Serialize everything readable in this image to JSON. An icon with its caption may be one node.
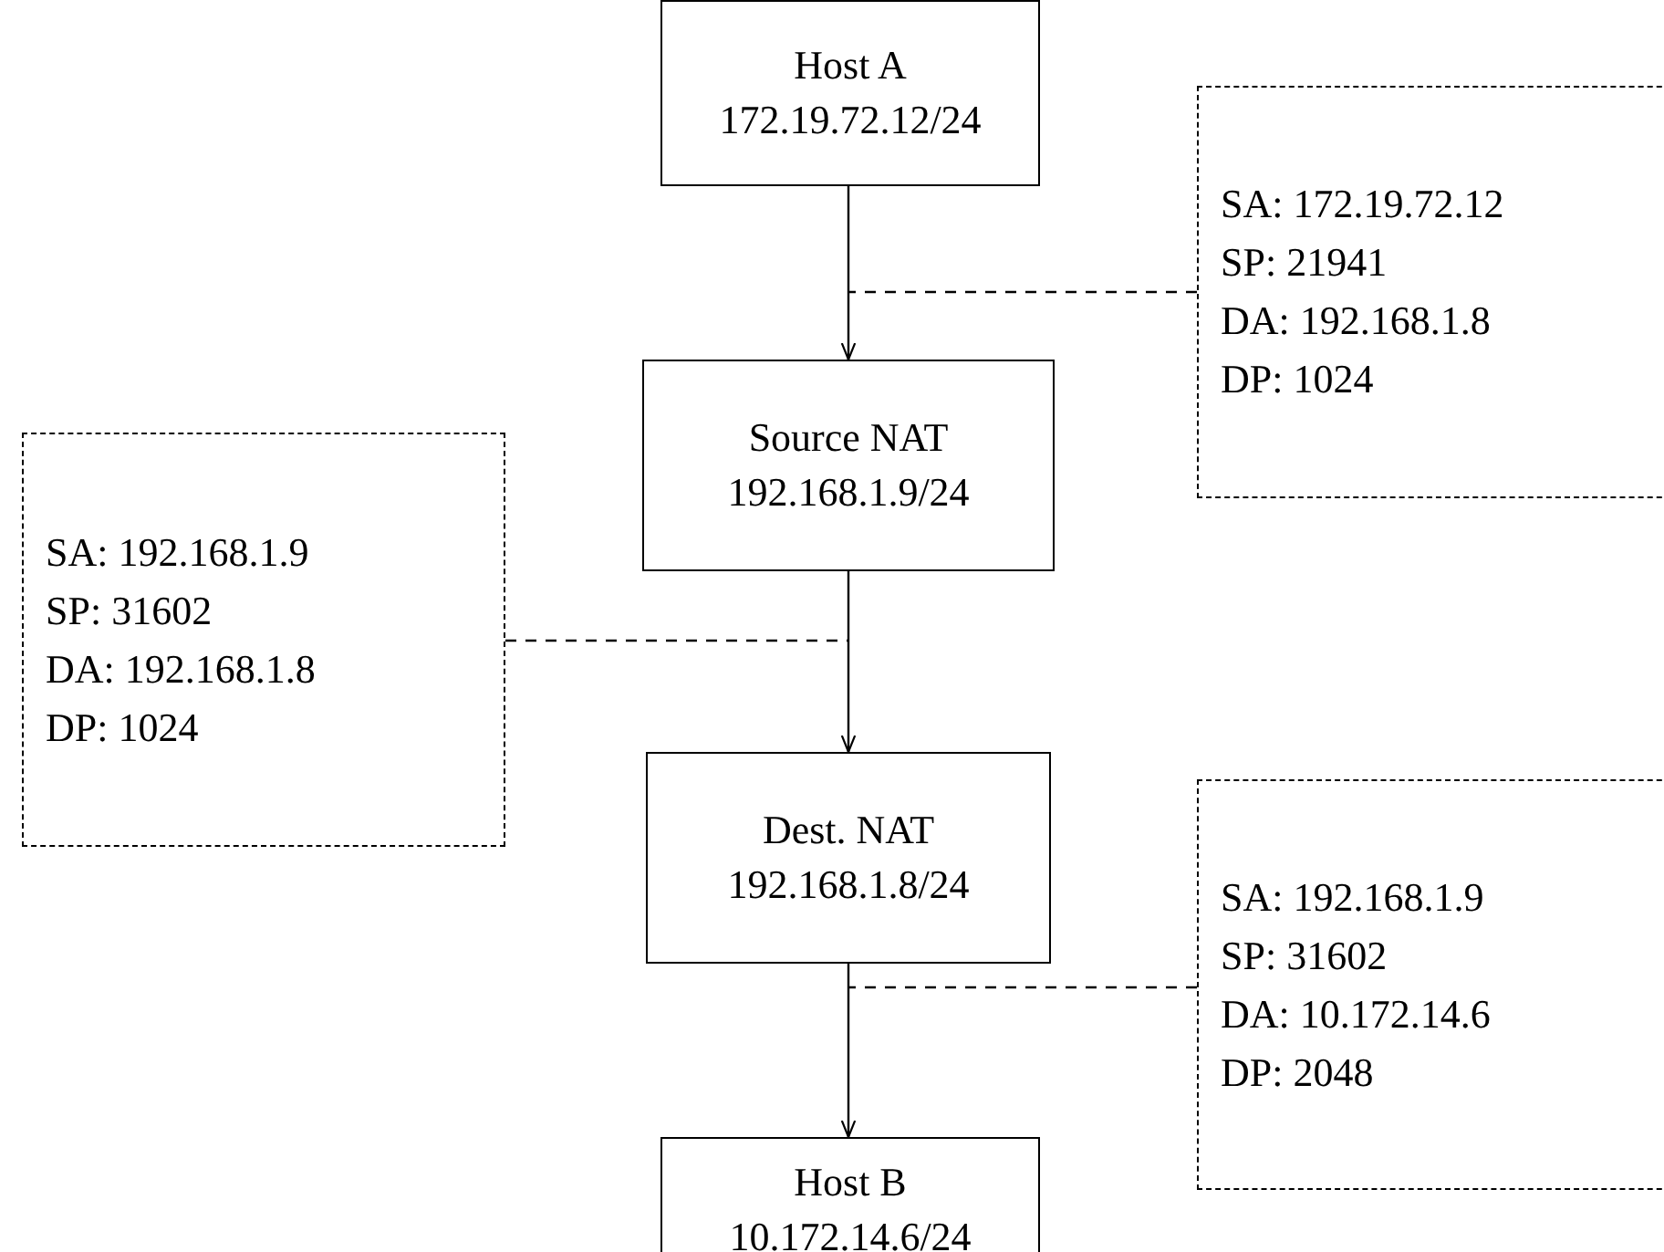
{
  "diagram": {
    "nodes": [
      {
        "text": [
          "Host A",
          "172.19.72.12/24"
        ]
      },
      {
        "text": [
          "SA: 172.19.72.12",
          "SP: 21941",
          "DA: 192.168.1.8",
          "DP: 1024"
        ]
      },
      {
        "text": [
          "Source NAT",
          "192.168.1.9/24"
        ]
      },
      {
        "text": [
          "SA: 192.168.1.9",
          "SP: 31602",
          "DA: 192.168.1.8",
          "DP: 1024"
        ]
      },
      {
        "text": [
          "Dest. NAT",
          "192.168.1.8/24"
        ]
      },
      {
        "text": [
          "SA: 192.168.1.9",
          "SP: 31602",
          "DA: 10.172.14.6",
          "DP: 2048"
        ]
      },
      {
        "text": [
          "Host B",
          "10.172.14.6/24"
        ]
      }
    ],
    "edges": [
      {
        "from": 0,
        "to": 2,
        "arrow": "to"
      },
      {
        "from": 2,
        "to": 4,
        "arrow": "to"
      },
      {
        "from": 4,
        "to": 6,
        "arrow": "to"
      },
      {
        "from": 1,
        "to": null,
        "arrow": "none",
        "style": "dashed"
      },
      {
        "from": 3,
        "to": null,
        "arrow": "none",
        "style": "dashed"
      },
      {
        "from": 5,
        "to": null,
        "arrow": "none",
        "style": "dashed"
      }
    ]
  }
}
